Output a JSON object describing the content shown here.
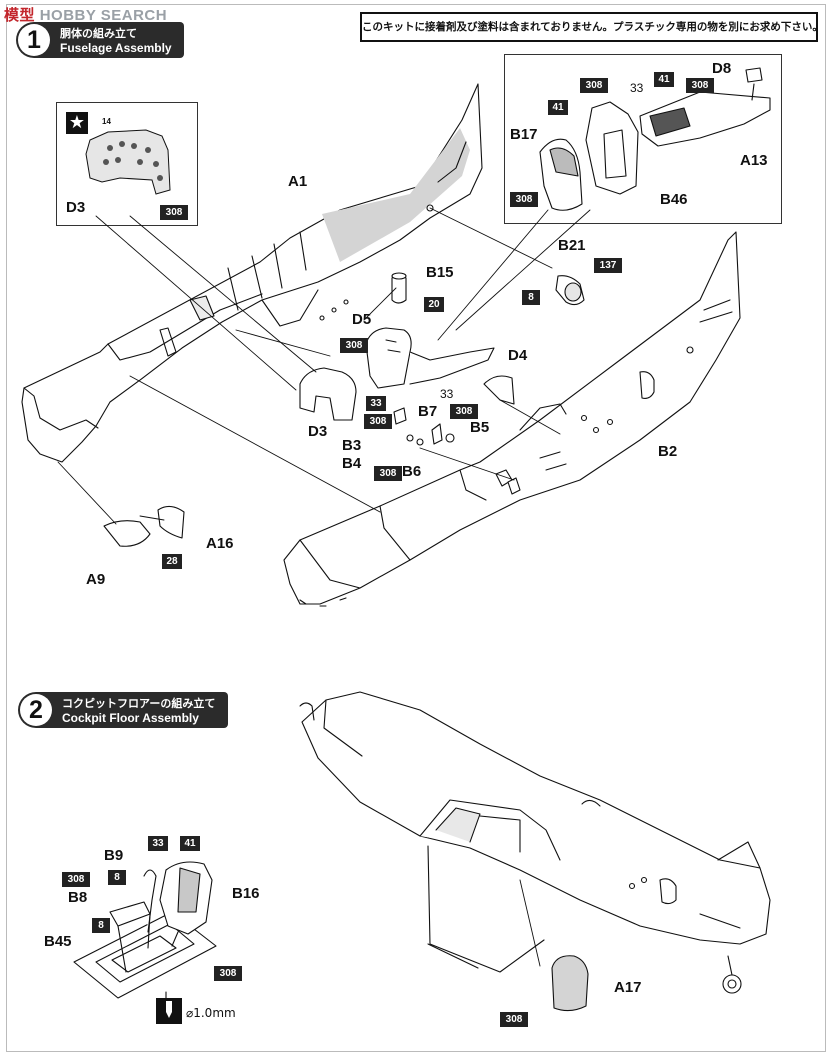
{
  "watermark": {
    "part_a": "模型",
    "part_b": "HOBBY SEARCH"
  },
  "notice": "このキットに接着剤及び塗料は含まれておりません。プラスチック専用の物を別にお求め下さい。",
  "steps": [
    {
      "number": "1",
      "title_jp": "胴体の組み立て",
      "title_en": "Fuselage Assembly"
    },
    {
      "number": "2",
      "title_jp": "コクピットフロアーの組み立て",
      "title_en": "Cockpit Floor Assembly"
    }
  ],
  "icons": {
    "decal": "star-icon",
    "drill": "drill-icon"
  },
  "colors": {
    "ink": "#111111",
    "paint_code_bg": "#222222",
    "shading": "#d4d4d4",
    "watermark_red": "#c3262c",
    "watermark_gray": "#9aa0a6"
  },
  "diagram1": {
    "instrument_panel": {
      "decal_no": "14",
      "part": "D3",
      "paint": "308"
    },
    "rear_parts": {
      "d8": "D8",
      "b17": "B17",
      "b17_paint_top": "41",
      "b17_paint_side": "308",
      "b46": "B46",
      "b46_paint": "308",
      "a13": "A13",
      "a13_paint1": "33",
      "a13_paint2": "41",
      "a13_paint3": "308"
    },
    "a1": "A1",
    "b15": "B15",
    "b15_paint": "20",
    "b21": "B21",
    "b21_paint1": "137",
    "b21_paint2": "8",
    "d5": "D5",
    "d5_paint": "308",
    "d4": "D4",
    "d3": "D3",
    "b3": "B3",
    "b3_paint": "308",
    "b3_paint2": "33",
    "b4": "B4",
    "b7": "B7",
    "b7_paint": "33",
    "b5": "B5",
    "b5_paint": "308",
    "b6": "B6",
    "b6_paint": "308",
    "b2": "B2",
    "a16": "A16",
    "a16_paint": "28",
    "a9": "A9"
  },
  "diagram2": {
    "b9": "B9",
    "b9_paint": "33",
    "b9_paint2": "8",
    "b8": "B8",
    "b8_paint1": "308",
    "b8_paint2": "8",
    "b16": "B16",
    "b16_paint": "41",
    "b45": "B45",
    "b45_paint": "308",
    "drill_size": "1.0mm",
    "a17": "A17",
    "a17_paint": "308"
  }
}
